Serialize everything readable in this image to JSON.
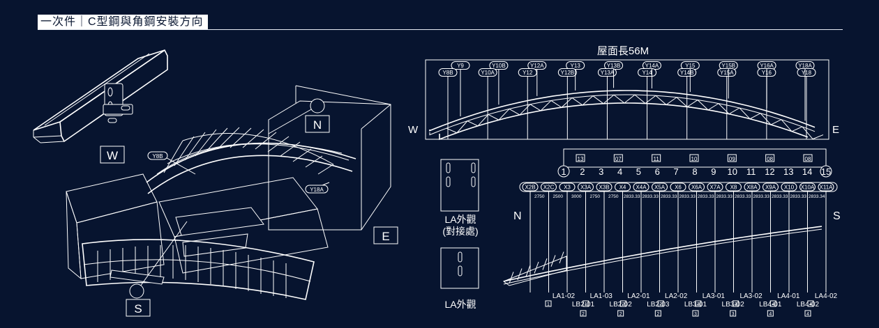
{
  "title": "一次件｜C型鋼與角鋼安裝方向",
  "compass": {
    "n": "N",
    "s": "S",
    "w": "W",
    "e": "E"
  },
  "building_tags": {
    "y8b": "Y8B",
    "y18a": "Y18A"
  },
  "elevation": {
    "caption": "屋面長56M",
    "west": "W",
    "east": "E",
    "upper_tags": [
      "Y9",
      "Y10B",
      "Y12A",
      "Y13",
      "Y13B",
      "Y14A",
      "Y15",
      "Y15B",
      "Y16A",
      "Y18A"
    ],
    "lower_tags": [
      "Y8B",
      "Y10A",
      "Y12",
      "Y12B",
      "Y13A",
      "Y14",
      "Y14B",
      "Y15A",
      "Y16",
      "Y18"
    ]
  },
  "legend": {
    "joint_label": "LA外觀",
    "joint_note": "(對接處)",
    "plain_label": "LA外觀"
  },
  "plan": {
    "north": "N",
    "south": "S",
    "grid_numbers": [
      "1",
      "2",
      "3",
      "4",
      "5",
      "6",
      "7",
      "8",
      "9",
      "10",
      "11",
      "12",
      "13",
      "14",
      "15"
    ],
    "bracket_marks": [
      "13",
      "07",
      "11",
      "10",
      "09",
      "08",
      "08"
    ],
    "x_tags": [
      "X2B",
      "X2C",
      "X3",
      "X3A",
      "X3B",
      "X4",
      "X4A",
      "X5A",
      "X6",
      "X6A",
      "X7A",
      "X8",
      "X8A",
      "X9A",
      "X10",
      "X10A",
      "X11A"
    ],
    "spans": [
      "2750",
      "2500",
      "3000",
      "2750",
      "2750",
      "2833.33",
      "2833.33",
      "2833.33",
      "2833.33",
      "2833.33",
      "2833.33",
      "2833.33",
      "2833.33",
      "2833.33",
      "2833.33",
      "2833.34"
    ],
    "la_labels": [
      "LA1-02",
      "LA1-03",
      "LA2-01",
      "LA2-02",
      "LA3-01",
      "LA3-02",
      "LA4-01",
      "LA4-02"
    ],
    "lb_labels": [
      "LB2-01",
      "LB2-02",
      "LB2-03",
      "LB3-01",
      "LB3-02",
      "LB4-01",
      "LB4-02"
    ],
    "la_marks": [
      "1",
      "1",
      "2",
      "2",
      "3",
      "3",
      "4",
      "4"
    ],
    "lb_marks": [
      "2",
      "2",
      "2",
      "3",
      "3",
      "4",
      "4"
    ]
  }
}
